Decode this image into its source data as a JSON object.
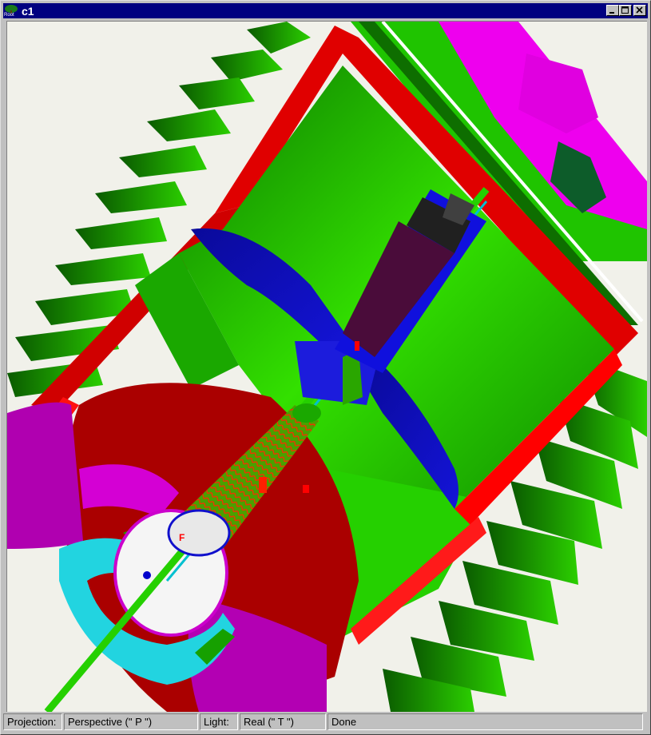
{
  "window": {
    "title": "c1",
    "app_icon_text": "Root"
  },
  "statusbar": {
    "projection_label": "Projection:",
    "projection_value": "Perspective (\" P \")",
    "light_label": "Light:",
    "light_value": "Real (\" T \")",
    "status": "Done"
  },
  "colors": {
    "titlebar": "#000080",
    "canvas_bg": "#f1f1ea",
    "detector_green": "#22cc00",
    "detector_red": "#ff0000",
    "detector_dark_red": "#aa0000",
    "detector_blue": "#0000cc",
    "detector_magenta": "#cc00cc",
    "detector_cyan": "#00d8e0"
  }
}
